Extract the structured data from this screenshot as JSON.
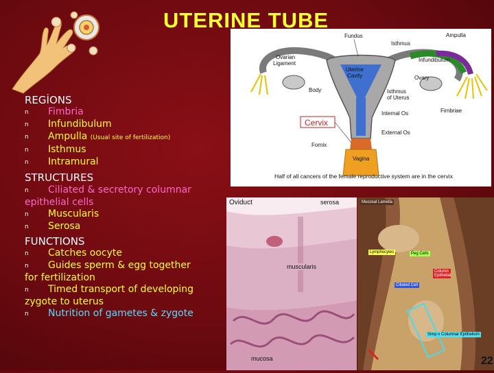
{
  "title": "UTERINE  TUBE",
  "regions": {
    "heading": "REGİONS",
    "items": [
      {
        "text": "Fimbria",
        "note": ""
      },
      {
        "text": "Infundibulum",
        "note": ""
      },
      {
        "text": "Ampulla",
        "note": "(Usual site of fertilization)"
      },
      {
        "text": "Isthmus",
        "note": ""
      },
      {
        "text": "Intramural",
        "note": ""
      }
    ]
  },
  "structures": {
    "heading": "STRUCTURES",
    "item1_line1": "Ciliated & secretory columnar",
    "item1_line2": "epithelial cells",
    "item2": "Muscularis",
    "item3": "Serosa"
  },
  "functions": {
    "heading": "FUNCTIONS",
    "item1": "Catches oocyte",
    "item2_line1": "Guides sperm & egg together",
    "item2_line2": "for fertilization",
    "item3_line1": "Timed transport of developing",
    "item3_line2": "zygote to uterus",
    "item4": "Nutrition of gametes & zygote"
  },
  "bullet": "n",
  "diagram": {
    "labels": {
      "fundus": "Fundus",
      "ampulla": "Ampulla",
      "isthmus": "Isthmus",
      "ovarian_ligament_1": "Ovarian",
      "ovarian_ligament_2": "Ligament",
      "infundibulum": "Infundibulum",
      "uterine_cavity_1": "Uterine",
      "uterine_cavity_2": "Cavity",
      "ovary": "Ovary",
      "body": "Body",
      "isthmus_uterus_1": "Isthmus",
      "isthmus_uterus_2": "of Uterus",
      "internal_os": "Internal Os",
      "fimbriae": "Fimbriae",
      "cervix": "Cervix",
      "external_os": "External Os",
      "fornix": "Fornix",
      "vagina": "Vagina"
    },
    "caption": "Half of all cancers of the female reproductive system are in the cervix"
  },
  "histology": {
    "oviduct": "Oviduct",
    "serosa": "serosa",
    "muscularis": "muscularis",
    "mucosa": "mucosa"
  },
  "micro": {
    "tag": "Mucosal Lamella",
    "lymphocytes": "Lymphocytes",
    "peg_cells": "Peg Cells",
    "ciliated_cell": "Ciliated Cell",
    "column": "Column Epithelial",
    "simple_columnar": "Simple Columnar Epithelium",
    "page_number": "22"
  }
}
